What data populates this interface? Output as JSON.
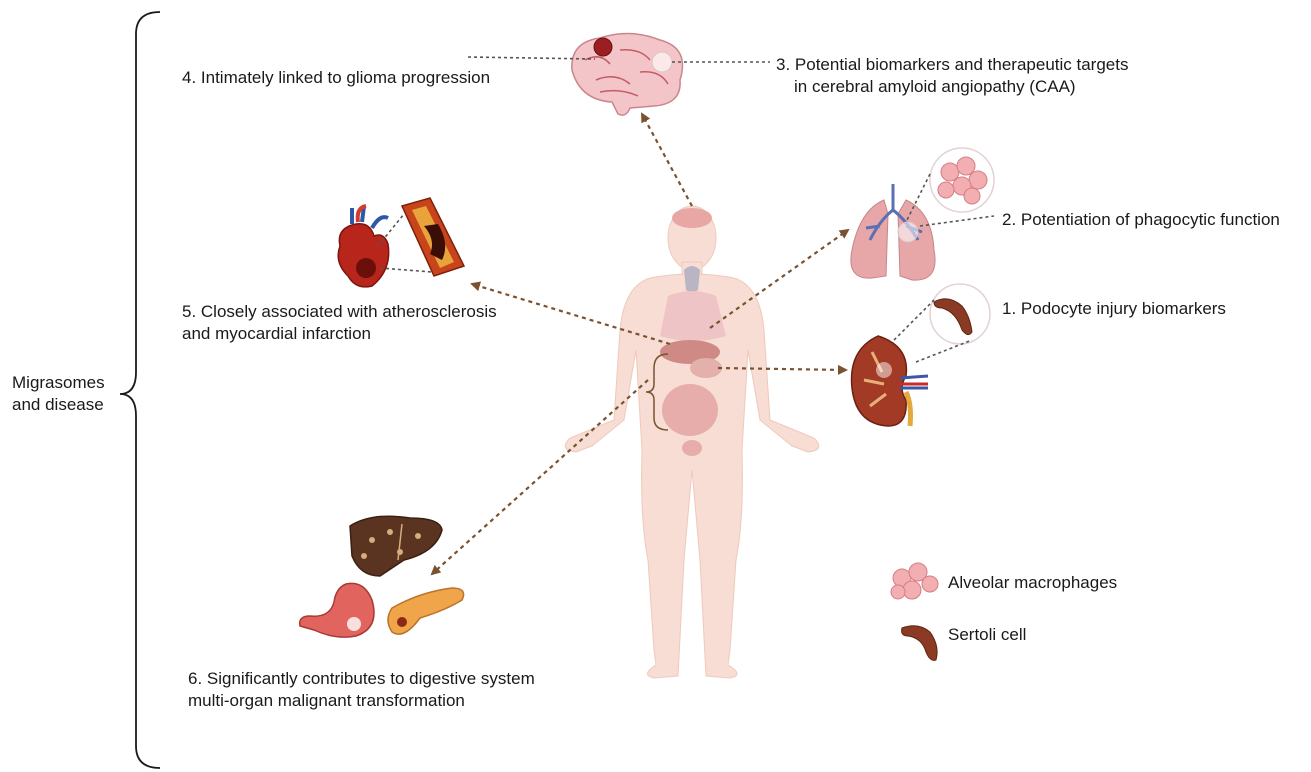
{
  "group_label": [
    "Migrasomes",
    "and disease"
  ],
  "items": [
    {
      "lines": [
        "1. Podocyte injury biomarkers"
      ]
    },
    {
      "lines": [
        "2. Potentiation of phagocytic function"
      ]
    },
    {
      "lines": [
        "3. Potential biomarkers and therapeutic targets",
        "in cerebral amyloid angiopathy (CAA)"
      ]
    },
    {
      "lines": [
        "4. Intimately linked to glioma progression"
      ]
    },
    {
      "lines": [
        "5. Closely associated with atherosclerosis",
        "and myocardial infarction"
      ]
    },
    {
      "lines": [
        "6. Significantly contributes to digestive system",
        "multi-organ malignant transformation"
      ]
    }
  ],
  "legend": [
    {
      "label": "Alveolar macrophages",
      "icon": "macrophage-cluster-icon"
    },
    {
      "label": "Sertoli cell",
      "icon": "sertoli-cell-icon"
    }
  ],
  "colors": {
    "arrow": "#7a5230",
    "body": "#f7ddd3",
    "organ_pink": "#e9a9a6",
    "brain": "#f4c5c8",
    "heart": "#b8261b",
    "kidney": "#a33a25",
    "liver": "#5a3420",
    "pancreas": "#f0a54a"
  }
}
